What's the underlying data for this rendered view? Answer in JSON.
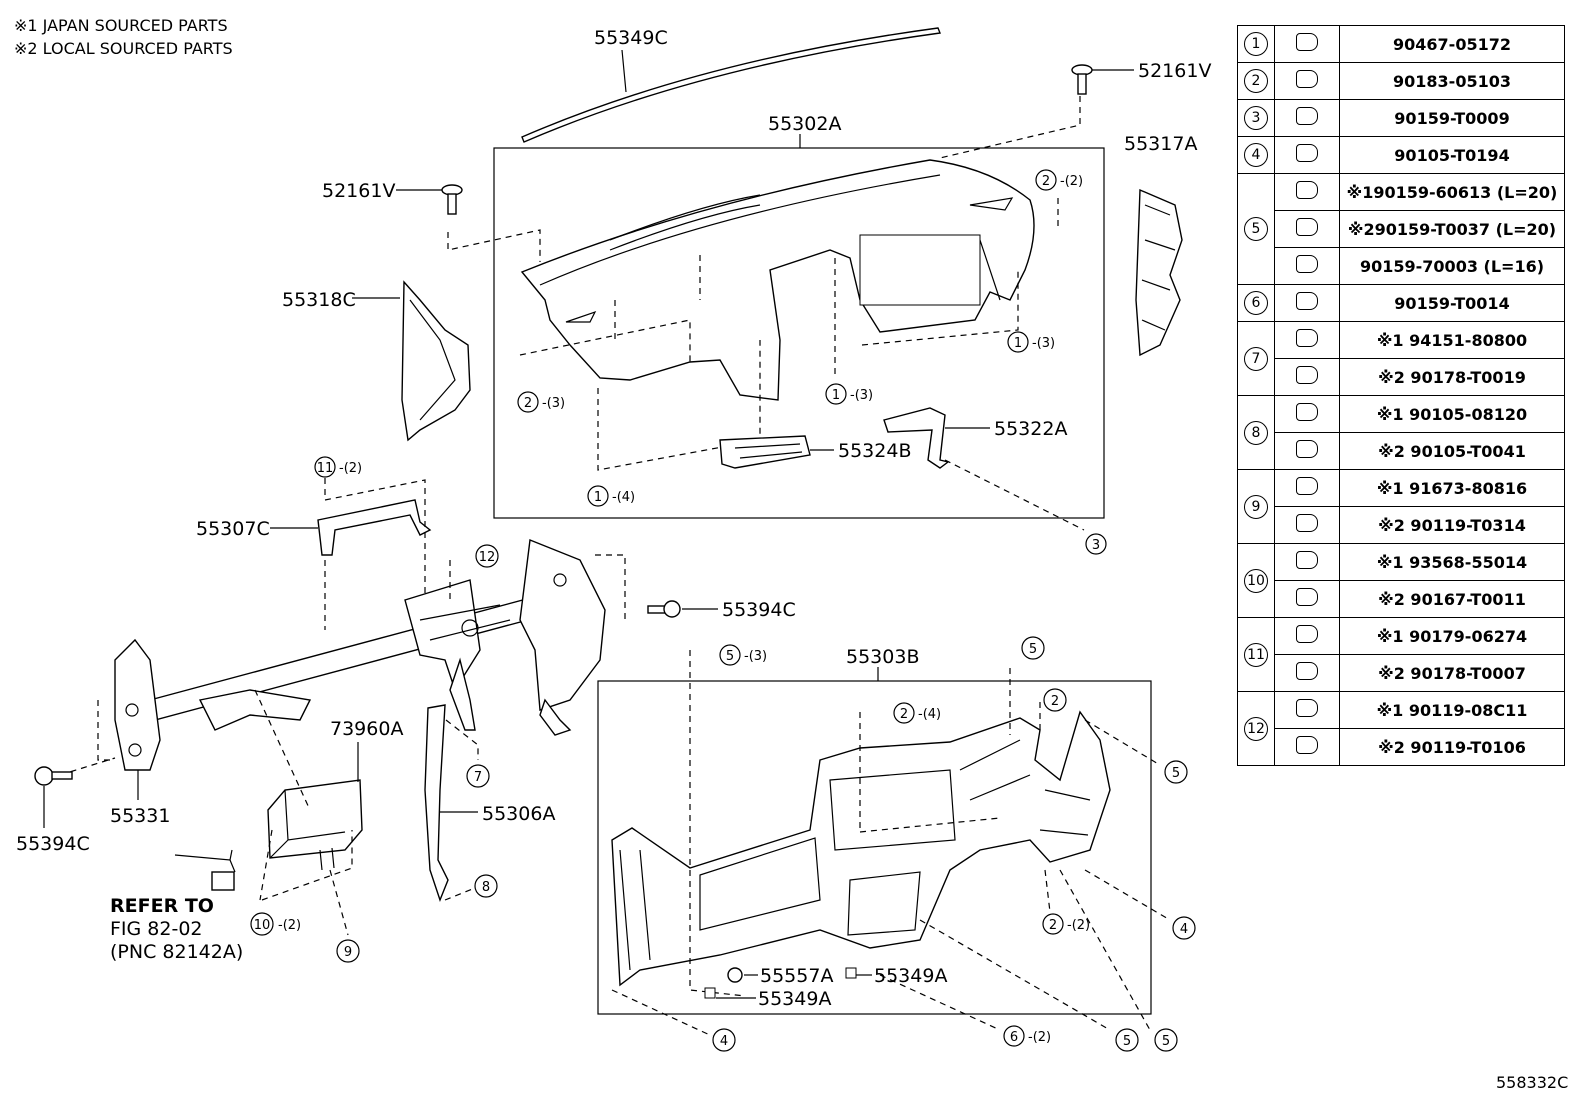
{
  "notes": [
    "※1 JAPAN SOURCED PARTS",
    "※2 LOCAL SOURCED PARTS"
  ],
  "figure_code": "558332C",
  "part_labels": {
    "p55349C": "55349C",
    "p52161V_top": "52161V",
    "p55302A": "55302A",
    "p55317A": "55317A",
    "p52161V_left": "52161V",
    "p55318C": "55318C",
    "p55322A": "55322A",
    "p55324B": "55324B",
    "p55307C": "55307C",
    "p55394C_right": "55394C",
    "p55303B": "55303B",
    "p73960A": "73960A",
    "p55306A": "55306A",
    "p55331": "55331",
    "p55394C_left": "55394C",
    "p55557A": "55557A",
    "p55349A_right": "55349A",
    "p55349A_left": "55349A"
  },
  "callouts": {
    "c2_2": "2",
    "c2_2q": "-(2)",
    "c1_3a": "1",
    "c1_3aq": "-(3)",
    "c2_3": "2",
    "c2_3q": "-(3)",
    "c1_3b": "1",
    "c1_3bq": "-(3)",
    "c1_4": "1",
    "c1_4q": "-(4)",
    "c3": "3",
    "c11_2": "11",
    "c11_2q": "-(2)",
    "c12": "12",
    "c5_3": "5",
    "c5_3q": "-(3)",
    "c5_a": "5",
    "c2_4": "2",
    "c2_4q": "-(4)",
    "c2_b": "2",
    "c5_b": "5",
    "c7": "7",
    "c8": "8",
    "c4_a": "4",
    "c2_2b": "2",
    "c2_2bq": "-(2)",
    "c10_2": "10",
    "c10_2q": "-(2)",
    "c9": "9",
    "c4_b": "4",
    "c6_2": "6",
    "c6_2q": "-(2)",
    "c5_c": "5",
    "c5_d": "5"
  },
  "refer": [
    "REFER TO",
    "FIG 82-02",
    "(PNC 82142A)"
  ],
  "parts_table": [
    {
      "num": "1",
      "icon": "clip-icon",
      "parts": [
        "90467-05172"
      ]
    },
    {
      "num": "2",
      "icon": "nut-clip-icon",
      "parts": [
        "90183-05103"
      ]
    },
    {
      "num": "3",
      "icon": "screw-icon",
      "parts": [
        "90159-T0009"
      ]
    },
    {
      "num": "4",
      "icon": "bolt-icon",
      "parts": [
        "90105-T0194"
      ]
    },
    {
      "num": "5",
      "icon": "bolt-icon",
      "parts": [
        "※190159-60613 (L=20)",
        "※290159-T0037 (L=20)",
        "90159-70003 (L=16)"
      ]
    },
    {
      "num": "6",
      "icon": "screw-icon",
      "parts": [
        "90159-T0014"
      ]
    },
    {
      "num": "7",
      "icon": "nut-icon",
      "parts": [
        "※1 94151-80800",
        "※2 90178-T0019"
      ]
    },
    {
      "num": "8",
      "icon": "bolt-icon",
      "parts": [
        "※1 90105-08120",
        "※2 90105-T0041"
      ]
    },
    {
      "num": "9",
      "icon": "bolt-icon",
      "parts": [
        "※1 91673-80816",
        "※2 90119-T0314"
      ]
    },
    {
      "num": "10",
      "icon": "screw-icon",
      "parts": [
        "※1 93568-55014",
        "※2 90167-T0011"
      ]
    },
    {
      "num": "11",
      "icon": "nut-icon",
      "parts": [
        "※1 90179-06274",
        "※2 90178-T0007"
      ]
    },
    {
      "num": "12",
      "icon": "bolt-icon",
      "parts": [
        "※1 90119-08C11",
        "※2 90119-T0106"
      ]
    }
  ]
}
